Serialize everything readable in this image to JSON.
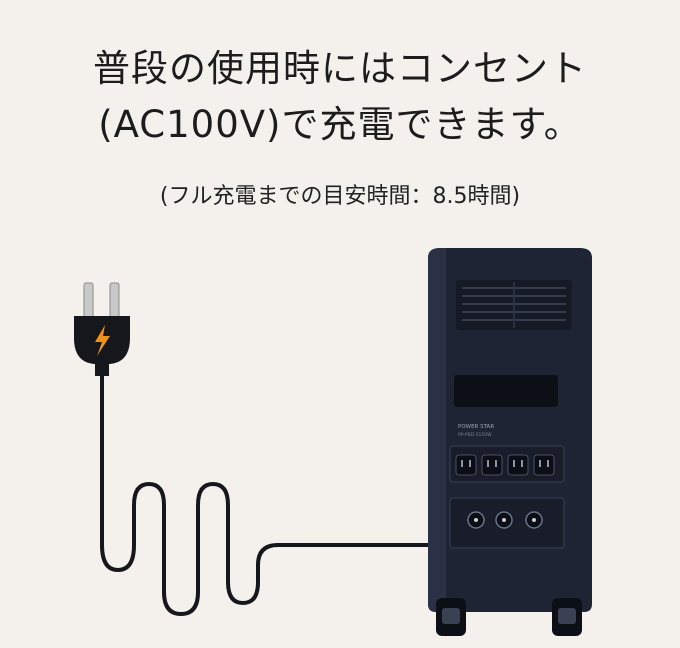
{
  "headline": {
    "line1": "普段の使用時にはコンセント",
    "line2": "(AC100V)で充電できます。"
  },
  "note": "(フル充電までの目安時間：8.5時間)",
  "colors": {
    "background": "#f4f1ec",
    "text": "#1c1c1c",
    "cable": "#15171c",
    "device": "#1e2433",
    "bolt": "#f0921a"
  },
  "illustration": {
    "plug_icon": "plug-icon",
    "bolt_icon": "lightning-bolt-icon",
    "device_icon": "portable-power-station",
    "brand": "POWER STAR",
    "model": "PP-PSD-5150W"
  }
}
